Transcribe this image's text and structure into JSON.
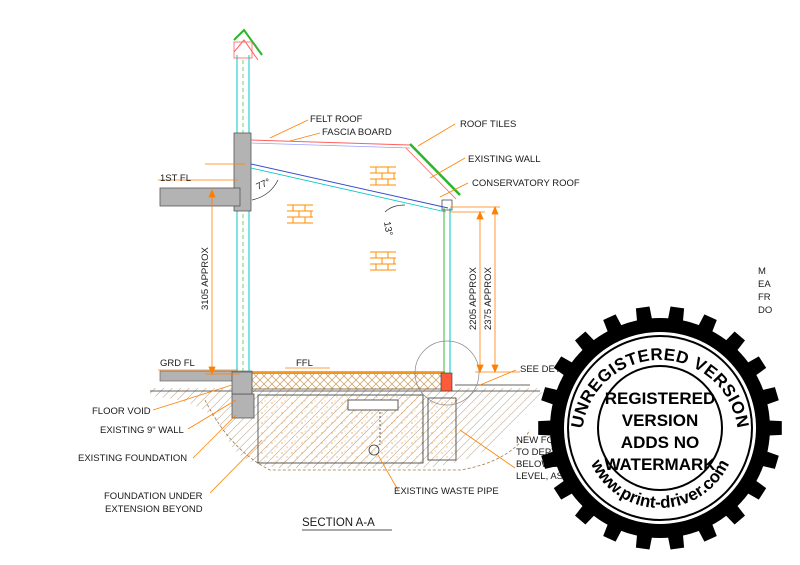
{
  "labels": {
    "felt_roof": "FELT ROOF",
    "fascia_board": "FASCIA BOARD",
    "roof_tiles": "ROOF TILES",
    "existing_wall": "EXISTING WALL",
    "conservatory_roof": "CONSERVATORY ROOF",
    "first_floor": "1ST FL",
    "ground_floor": "GRD FL",
    "ffl": "FFL",
    "see_detail": "SEE DETAIL A",
    "floor_void": "FLOOR VOID",
    "existing_9_wall": "EXISTING 9\" WALL",
    "existing_foundation": "EXISTING FOUNDATION",
    "foundation_under_1": "FOUNDATION UNDER",
    "foundation_under_2": "EXTENSION BEYOND",
    "existing_waste_pipe": "EXISTING WASTE PIPE",
    "new_foundation_1": "NEW FOUNDATION",
    "new_foundation_2": "TO DEPTH OF 1100mm",
    "new_foundation_3": "BELOW EXISTING GROUND",
    "new_foundation_4": "LEVEL, AS EXTENSION",
    "section_title": "SECTION A-A",
    "angle_77": "77°",
    "angle_13": "13°",
    "right_edge_1": "M",
    "right_edge_2": "EA",
    "right_edge_3": "FR",
    "right_edge_4": "DO"
  },
  "dimensions": {
    "height_main": "3105 APPROX",
    "height_inner": "2205 APPROX",
    "height_outer": "2375 APPROX"
  },
  "watermark": {
    "ring_text": "UNREGISTERED VERSION",
    "line1": "REGISTERED",
    "line2": "VERSION",
    "line3": "ADDS NO",
    "line4": "WATERMARK",
    "url": "www.print-driver.com"
  },
  "colors": {
    "leader": "#ff7f00",
    "wall_fill": "#b3b3b3",
    "wall_outline": "#00c8c8",
    "roof_line": "#ff6060",
    "brick": "#ff8c00",
    "stamp": "#000000"
  }
}
